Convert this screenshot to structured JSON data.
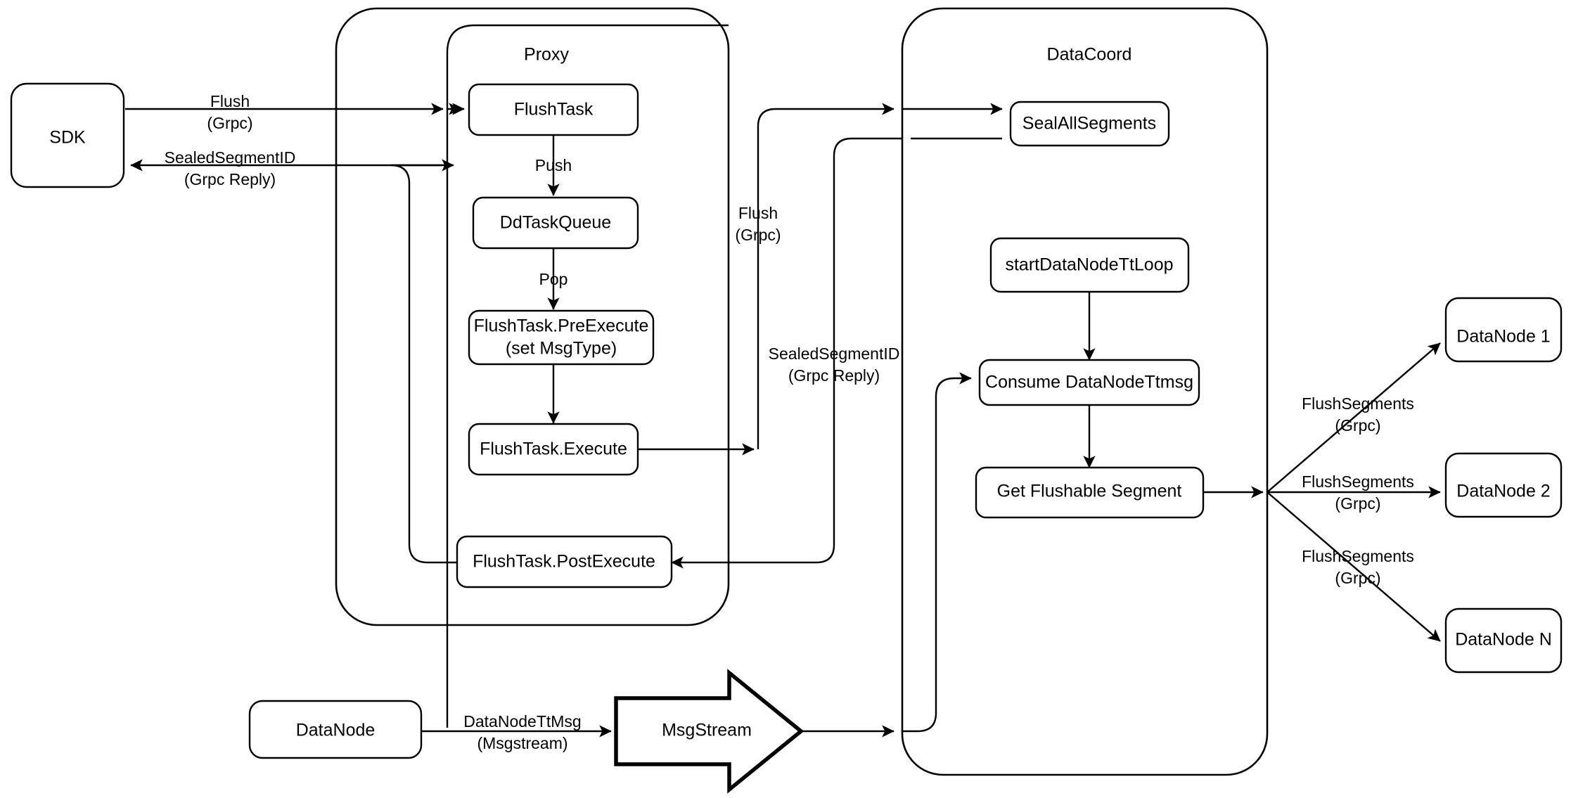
{
  "diagram": {
    "title": "Milvus Flush Sequence Architecture",
    "background_color": "#ffffff",
    "stroke_color": "#000000"
  },
  "containers": [
    {
      "id": "proxy",
      "label": "Proxy"
    },
    {
      "id": "datacoord",
      "label": "DataCoord"
    }
  ],
  "nodes": {
    "sdk": {
      "label": "SDK"
    },
    "flush_task": {
      "label": "FlushTask"
    },
    "dd_task_queue": {
      "label": "DdTaskQueue"
    },
    "pre_execute_line1": {
      "label": "FlushTask.PreExecute"
    },
    "pre_execute_line2": {
      "label": "(set MsgType)"
    },
    "execute": {
      "label": "FlushTask.Execute"
    },
    "post_execute": {
      "label": "FlushTask.PostExecute"
    },
    "seal_all_segments": {
      "label": "SealAllSegments"
    },
    "start_tt_loop": {
      "label": "startDataNodeTtLoop"
    },
    "consume_tt_msg": {
      "label": "Consume DataNodeTtmsg"
    },
    "get_flushable_segment": {
      "label": "Get Flushable Segment"
    },
    "datanode_1": {
      "label": "DataNode 1"
    },
    "datanode_2": {
      "label": "DataNode 2"
    },
    "datanode_n": {
      "label": "DataNode N"
    },
    "datanode_src": {
      "label": "DataNode"
    },
    "msgstream": {
      "label": "MsgStream"
    }
  },
  "edge_labels": {
    "sdk_flush_l1": "Flush",
    "sdk_flush_l2": "(Grpc)",
    "sdk_reply_l1": "SealedSegmentID",
    "sdk_reply_l2": "(Grpc Reply)",
    "push": "Push",
    "pop": "Pop",
    "proxy_flush_l1": "Flush",
    "proxy_flush_l2": "(Grpc)",
    "proxy_reply_l1": "SealedSegmentID",
    "proxy_reply_l2": "(Grpc Reply)",
    "flush_segments_1_l1": "FlushSegments",
    "flush_segments_1_l2": "(Grpc)",
    "flush_segments_2_l1": "FlushSegments",
    "flush_segments_2_l2": "(Grpc)",
    "flush_segments_n_l1": "FlushSegments",
    "flush_segments_n_l2": "(Grpc)",
    "datanode_tt_msg_l1": "DataNodeTtMsg",
    "datanode_tt_msg_l2": "(Msgstream)"
  }
}
